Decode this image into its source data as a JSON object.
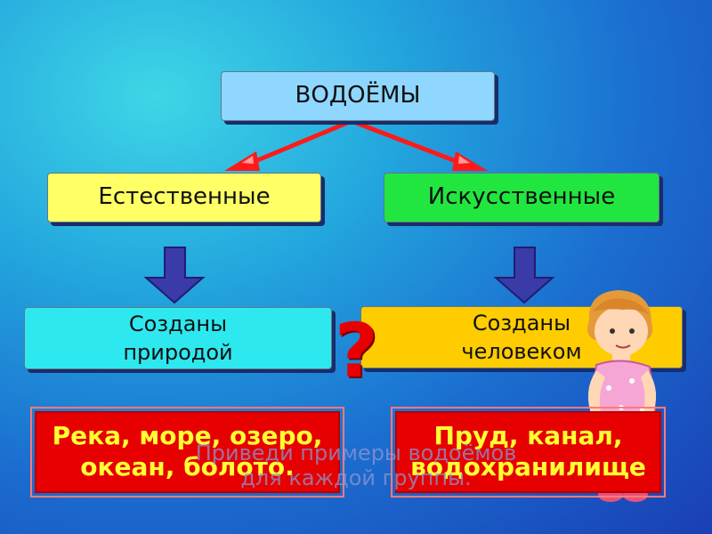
{
  "diagram": {
    "root": "ВОДОЁМЫ",
    "natural": {
      "label": "Естественные",
      "desc_line1": "Созданы",
      "desc_line2": "природой"
    },
    "artificial": {
      "label": "Искусственные",
      "desc_line1": "Созданы",
      "desc_line2": "человеком"
    }
  },
  "examples": {
    "natural_line1": "Река, море, озеро,",
    "natural_line2": "океан, болото.",
    "artificial_line1": "Пруд, канал,",
    "artificial_line2": "водохранилище"
  },
  "hint": {
    "line1": "Приведи примеры водоёмов",
    "line2": "для каждой группы."
  },
  "question_mark": "?",
  "colors": {
    "root": "#8fd7ff",
    "natural": "#ffff66",
    "artificial": "#22e640",
    "natural_desc": "#2ee8f0",
    "artificial_desc": "#ffcc00",
    "example_box": "#e60000",
    "example_text": "#ffff33",
    "arrow_red": "#ff1a1a",
    "arrow_blue": "#3a3aa8"
  },
  "icons": [
    "red-branch-arrow-icon",
    "blue-down-arrow-icon",
    "cartoon-girl-icon"
  ]
}
